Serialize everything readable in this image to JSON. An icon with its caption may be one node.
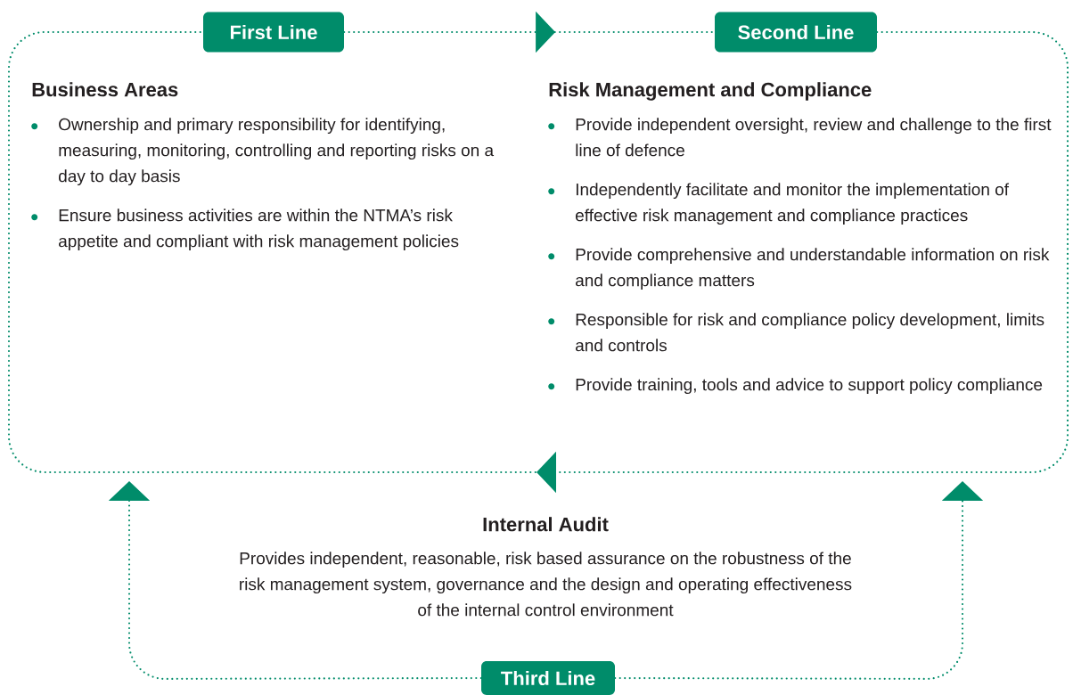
{
  "diagram": {
    "nodes": [
      {
        "text": [
          "First Line"
        ]
      },
      {
        "text": [
          "Business Areas",
          "Ownership and primary responsibility for identifying, measuring, monitoring, controlling and reporting risks on a day to day basis",
          "Ensure business activities are within the NTMA’s risk appetite and compliant with risk management policies"
        ]
      },
      {
        "text": [
          "Second Line"
        ]
      },
      {
        "text": [
          "Risk Management and Compliance",
          "Provide independent oversight, review and challenge to the first line of defence",
          "Independently facilitate and monitor the implementation of effective risk management and compliance practices",
          "Provide comprehensive and understandable information on risk and compliance matters",
          "Responsible for risk and compliance policy development, limits and controls",
          "Provide training, tools and advice to support policy compliance"
        ]
      },
      {
        "text": [
          "Third Line"
        ]
      },
      {
        "text": [
          "Internal Audit",
          "Provides independent, reasonable, risk based assurance on the robustness of the risk management system, governance and the design and operating effectiveness of the internal control environment"
        ]
      }
    ],
    "edges": [
      {
        "from": 0,
        "to": 2,
        "arrow": "to"
      },
      {
        "from": 2,
        "to": 0,
        "arrow": "to"
      },
      {
        "from": 4,
        "to": null,
        "arrow": "to"
      },
      {
        "from": 4,
        "to": null,
        "arrow": "to"
      }
    ]
  }
}
